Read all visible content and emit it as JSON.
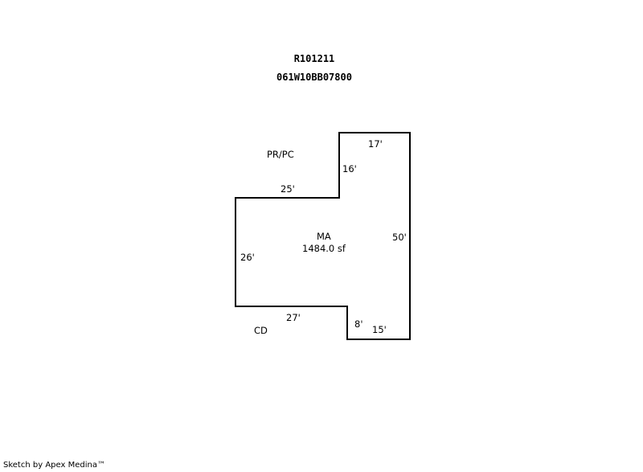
{
  "header": {
    "account_id": "R101211",
    "map_number": "061W10BB07800"
  },
  "sketch": {
    "area_label": "MA",
    "area_size": "1484.0 sf",
    "dimensions": {
      "top": "17'",
      "upper_left_vertical": "16'",
      "upper_left_horizontal": "25'",
      "right": "50'",
      "left": "26'",
      "bottom_left_horizontal": "27'",
      "lower_notch_vertical": "8'",
      "bottom": "15'"
    },
    "notes": {
      "pr_pc": "PR/PC",
      "cd": "CD"
    },
    "line_color": "#000000"
  },
  "footer": {
    "credit": "Sketch by Apex Medina™"
  }
}
